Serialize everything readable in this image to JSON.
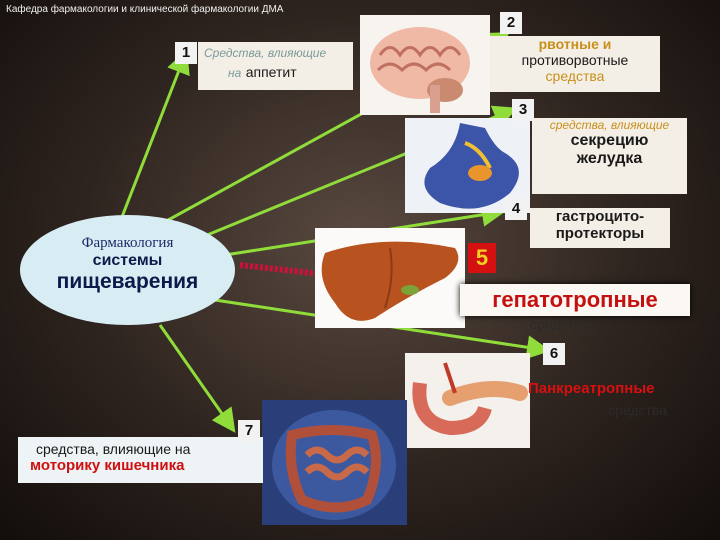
{
  "header": {
    "title": "Кафедра фармакологии и клинической фармакологии ДМА"
  },
  "center": {
    "line1": "Фармакология",
    "line2": "системы",
    "line3": "пищеварения"
  },
  "items": [
    {
      "number": "1",
      "line1": "Средства, влияющие",
      "line2_prefix": "на",
      "line2_main": "аппетит"
    },
    {
      "number": "2",
      "line1": "рвотные и",
      "line2": "противорвотные",
      "line3": "средства"
    },
    {
      "number": "3",
      "line1": "средства, влияющие",
      "line2": "секрецию",
      "line3": "желудка"
    },
    {
      "number": "4",
      "line1": "гастроцито-",
      "line2": "протекторы"
    },
    {
      "number": "5",
      "line1": "гепатотропные",
      "line2": "средства"
    },
    {
      "number": "6",
      "line1": "Панкреатропные",
      "line2": "средства"
    },
    {
      "number": "7",
      "line1": "средства, влияющие на",
      "line2": "моторику кишечника"
    }
  ],
  "colors": {
    "arrow_green": "#8fdc3a",
    "arrow_red": "#d0103a",
    "highlight_red": "#c41010",
    "badge_bg": "#f2f2f2"
  }
}
